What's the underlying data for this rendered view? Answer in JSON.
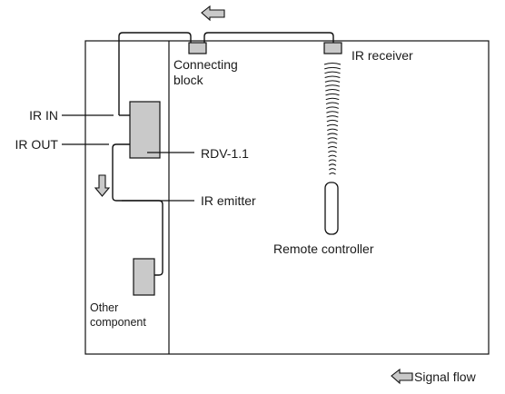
{
  "labels": {
    "connecting_block_line1": "Connecting",
    "connecting_block_line2": "block",
    "ir_receiver": "IR receiver",
    "ir_in": "IR IN",
    "ir_out": "IR OUT",
    "rdv": "RDV-1.1",
    "ir_emitter": "IR emitter",
    "remote_controller": "Remote controller",
    "other_component_line1": "Other",
    "other_component_line2": "component",
    "legend_signal_flow": "Signal flow"
  },
  "icons": {
    "flow_arrow": "left-arrow-icon",
    "down_arrow": "down-arrow-icon"
  },
  "colors": {
    "component_fill": "#c9c9c9",
    "line": "#111111"
  }
}
